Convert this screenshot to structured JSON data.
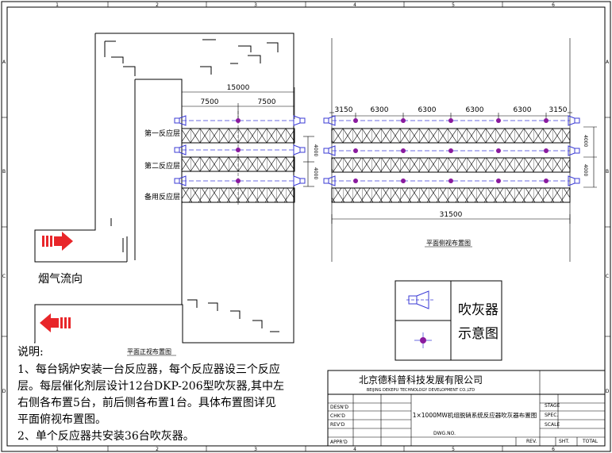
{
  "grid": {
    "columns": [
      "1",
      "2",
      "3",
      "4",
      "5",
      "6"
    ],
    "rows": [
      "A",
      "B",
      "C",
      "D"
    ]
  },
  "front_view": {
    "flow_label": "烟气流向",
    "dim_total": "15000",
    "dim_left": "7500",
    "dim_right": "7500",
    "layers": [
      "第一反应层",
      "第二反应层",
      "备用反应层"
    ],
    "dim_layer_1": "4000",
    "dim_layer_2": "4000",
    "caption": "平面正视布置图"
  },
  "side_view": {
    "dims_top": [
      "3150",
      "6300",
      "6300",
      "6300",
      "6300",
      "3150"
    ],
    "dim_layer_1": "4000",
    "dim_layer_2": "4000",
    "dim_total": "31500",
    "caption": "平面侧视布置图"
  },
  "legend": {
    "label": "吹灰器示意图",
    "label_line1": "吹灰器",
    "label_line2": "示意图"
  },
  "notes": {
    "heading": "说明:",
    "line1": "1、每台锅炉安装一台反应器，每个反应器设三个反应",
    "line2": "层。每层催化剂层设计12台DKP-206型吹灰器,其中左",
    "line3": "右侧各布置5台，前后侧各布置1台。具体布置图详见",
    "line4": "平面俯视布置图。",
    "line5": "2、单个反应器共安装36台吹灰器。"
  },
  "title_block": {
    "company": "北京德科普科技发展有限公司",
    "company_en": "BEIJING DEKEPU TECHNOLOGY DEVELOPMENT CO.,LTD",
    "drawing_title": "1×1000MW机组脱硝系统反应器吹灰器布置图",
    "desnd": "DESN'D",
    "chkd": "CHK'D",
    "revd": "REV'D",
    "apprd": "APPR'D",
    "stage": "STAGE",
    "spec": "SPEC.",
    "scale": "SCALE",
    "dwg_no": "DWG.NO.",
    "rev": "REV.",
    "sht": "SHT.",
    "total": "TOTAL"
  },
  "colors": {
    "arrow_red": "#e8262a",
    "blower_blue": "#3b3bd6",
    "dot_purple": "#8a1a9e"
  }
}
